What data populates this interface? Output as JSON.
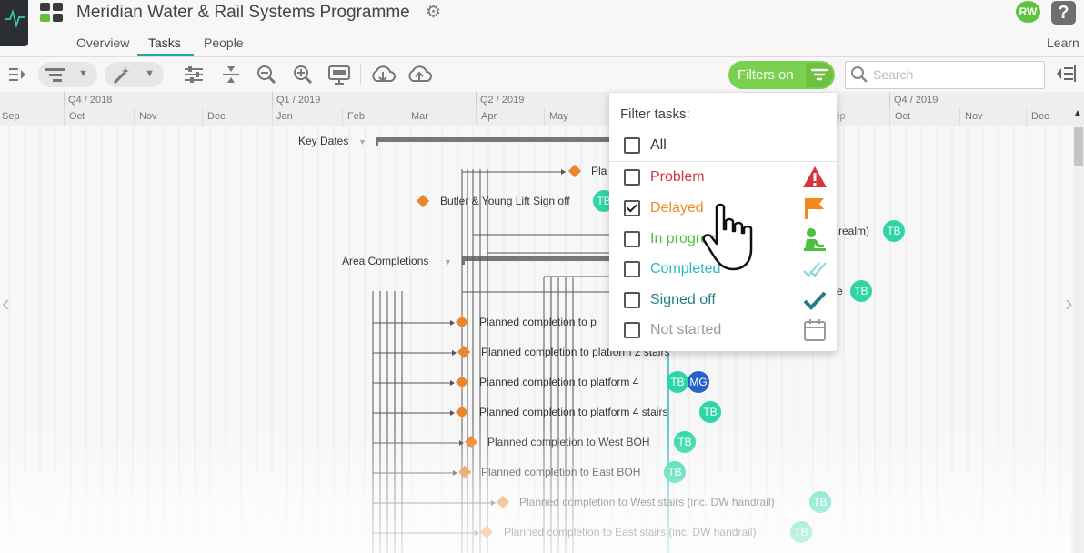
{
  "header": {
    "title": "Meridian Water & Rail Systems Programme",
    "avatar_initials": "RW",
    "help_label": "?",
    "learn_label": "Learn",
    "tabs": [
      {
        "label": "Overview",
        "active": false
      },
      {
        "label": "Tasks",
        "active": true
      },
      {
        "label": "People",
        "active": false
      }
    ]
  },
  "toolbar": {
    "filters_label": "Filters on",
    "search_placeholder": "Search",
    "accent_color": "#7bd04f"
  },
  "timeline": {
    "quarters": [
      "Q4 / 2018",
      "Q1 / 2019",
      "Q2 / 2019",
      "Q4 / 2019"
    ],
    "months": [
      "Sep",
      "Oct",
      "Nov",
      "Dec",
      "Jan",
      "Feb",
      "Mar",
      "Apr",
      "May",
      "Sep",
      "Oct",
      "Nov",
      "Dec"
    ]
  },
  "gantt": {
    "groups": [
      "Key Dates",
      "Area Completions"
    ],
    "tasks": [
      {
        "label": "Pla",
        "badge": ""
      },
      {
        "label": "Butler & Young Lift Sign off",
        "badge": "TB"
      },
      {
        "label": "realm)",
        "badge": "TB"
      },
      {
        "label": "e",
        "badge": "TB"
      },
      {
        "label": "Planned completion to p",
        "badge": ""
      },
      {
        "label": "Planned completion to platform 2 stairs",
        "badge": ""
      },
      {
        "label": "Planned completion to platform 4",
        "badge": "TB",
        "badge2": "MG"
      },
      {
        "label": "Planned completion to platform 4 stairs",
        "badge": "TB"
      },
      {
        "label": "Planned completion to West BOH",
        "badge": "TB"
      },
      {
        "label": "Planned completion to East BOH",
        "badge": "TB"
      },
      {
        "label": "Planned completion to West stairs (inc. DW handrail)",
        "badge": "TB"
      },
      {
        "label": "Planned completion to East stairs (inc. DW handrail)",
        "badge": "TB"
      }
    ]
  },
  "filter": {
    "title": "Filter tasks:",
    "options": [
      {
        "label": "All",
        "checked": false,
        "color": "#333333",
        "icon": "none"
      },
      {
        "label": "Problem",
        "checked": false,
        "color": "#d9333f",
        "icon": "warning-icon"
      },
      {
        "label": "Delayed",
        "checked": true,
        "color": "#ef8a1f",
        "icon": "flag-icon"
      },
      {
        "label": "In progress",
        "checked": false,
        "color": "#4cbf3f",
        "icon": "worker-icon"
      },
      {
        "label": "Completed",
        "checked": false,
        "color": "#2bb7c2",
        "icon": "double-check-icon"
      },
      {
        "label": "Signed off",
        "checked": false,
        "color": "#1f7f86",
        "icon": "check-icon"
      },
      {
        "label": "Not started",
        "checked": false,
        "color": "#9a9a9a",
        "icon": "calendar-icon"
      }
    ]
  }
}
